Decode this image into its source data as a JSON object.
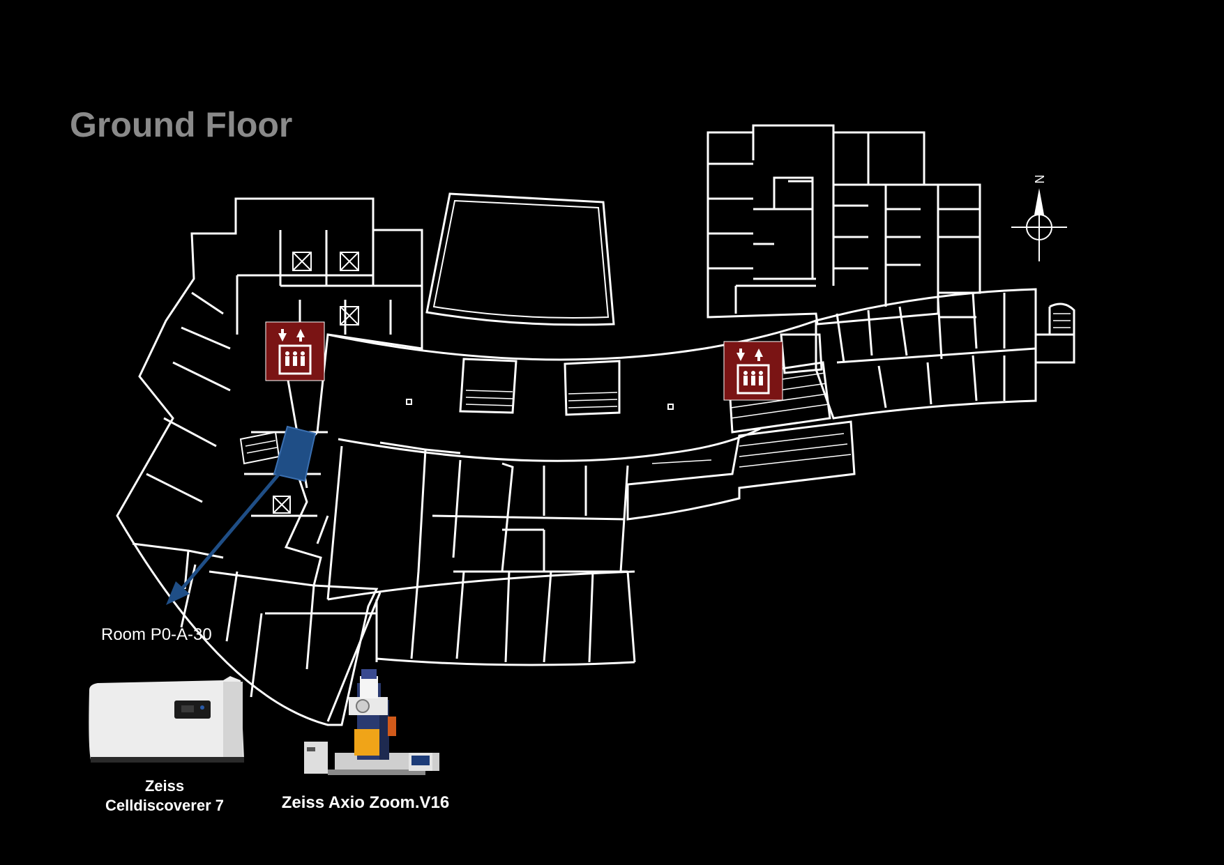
{
  "map": {
    "title": "Ground Floor",
    "compass_label": "N",
    "highlight_color": "#1f4e86",
    "elevator_color": "#7a1414",
    "room": {
      "label": "Room P0-A-30"
    },
    "instruments": [
      {
        "name_line1": "Zeiss",
        "name_line2": "Celldiscoverer 7",
        "icon": "celldiscoverer-image"
      },
      {
        "name": "Zeiss Axio Zoom.V16",
        "icon": "microscope-image"
      }
    ],
    "elevators": [
      {
        "icon": "elevator-icon"
      },
      {
        "icon": "elevator-icon"
      }
    ]
  }
}
